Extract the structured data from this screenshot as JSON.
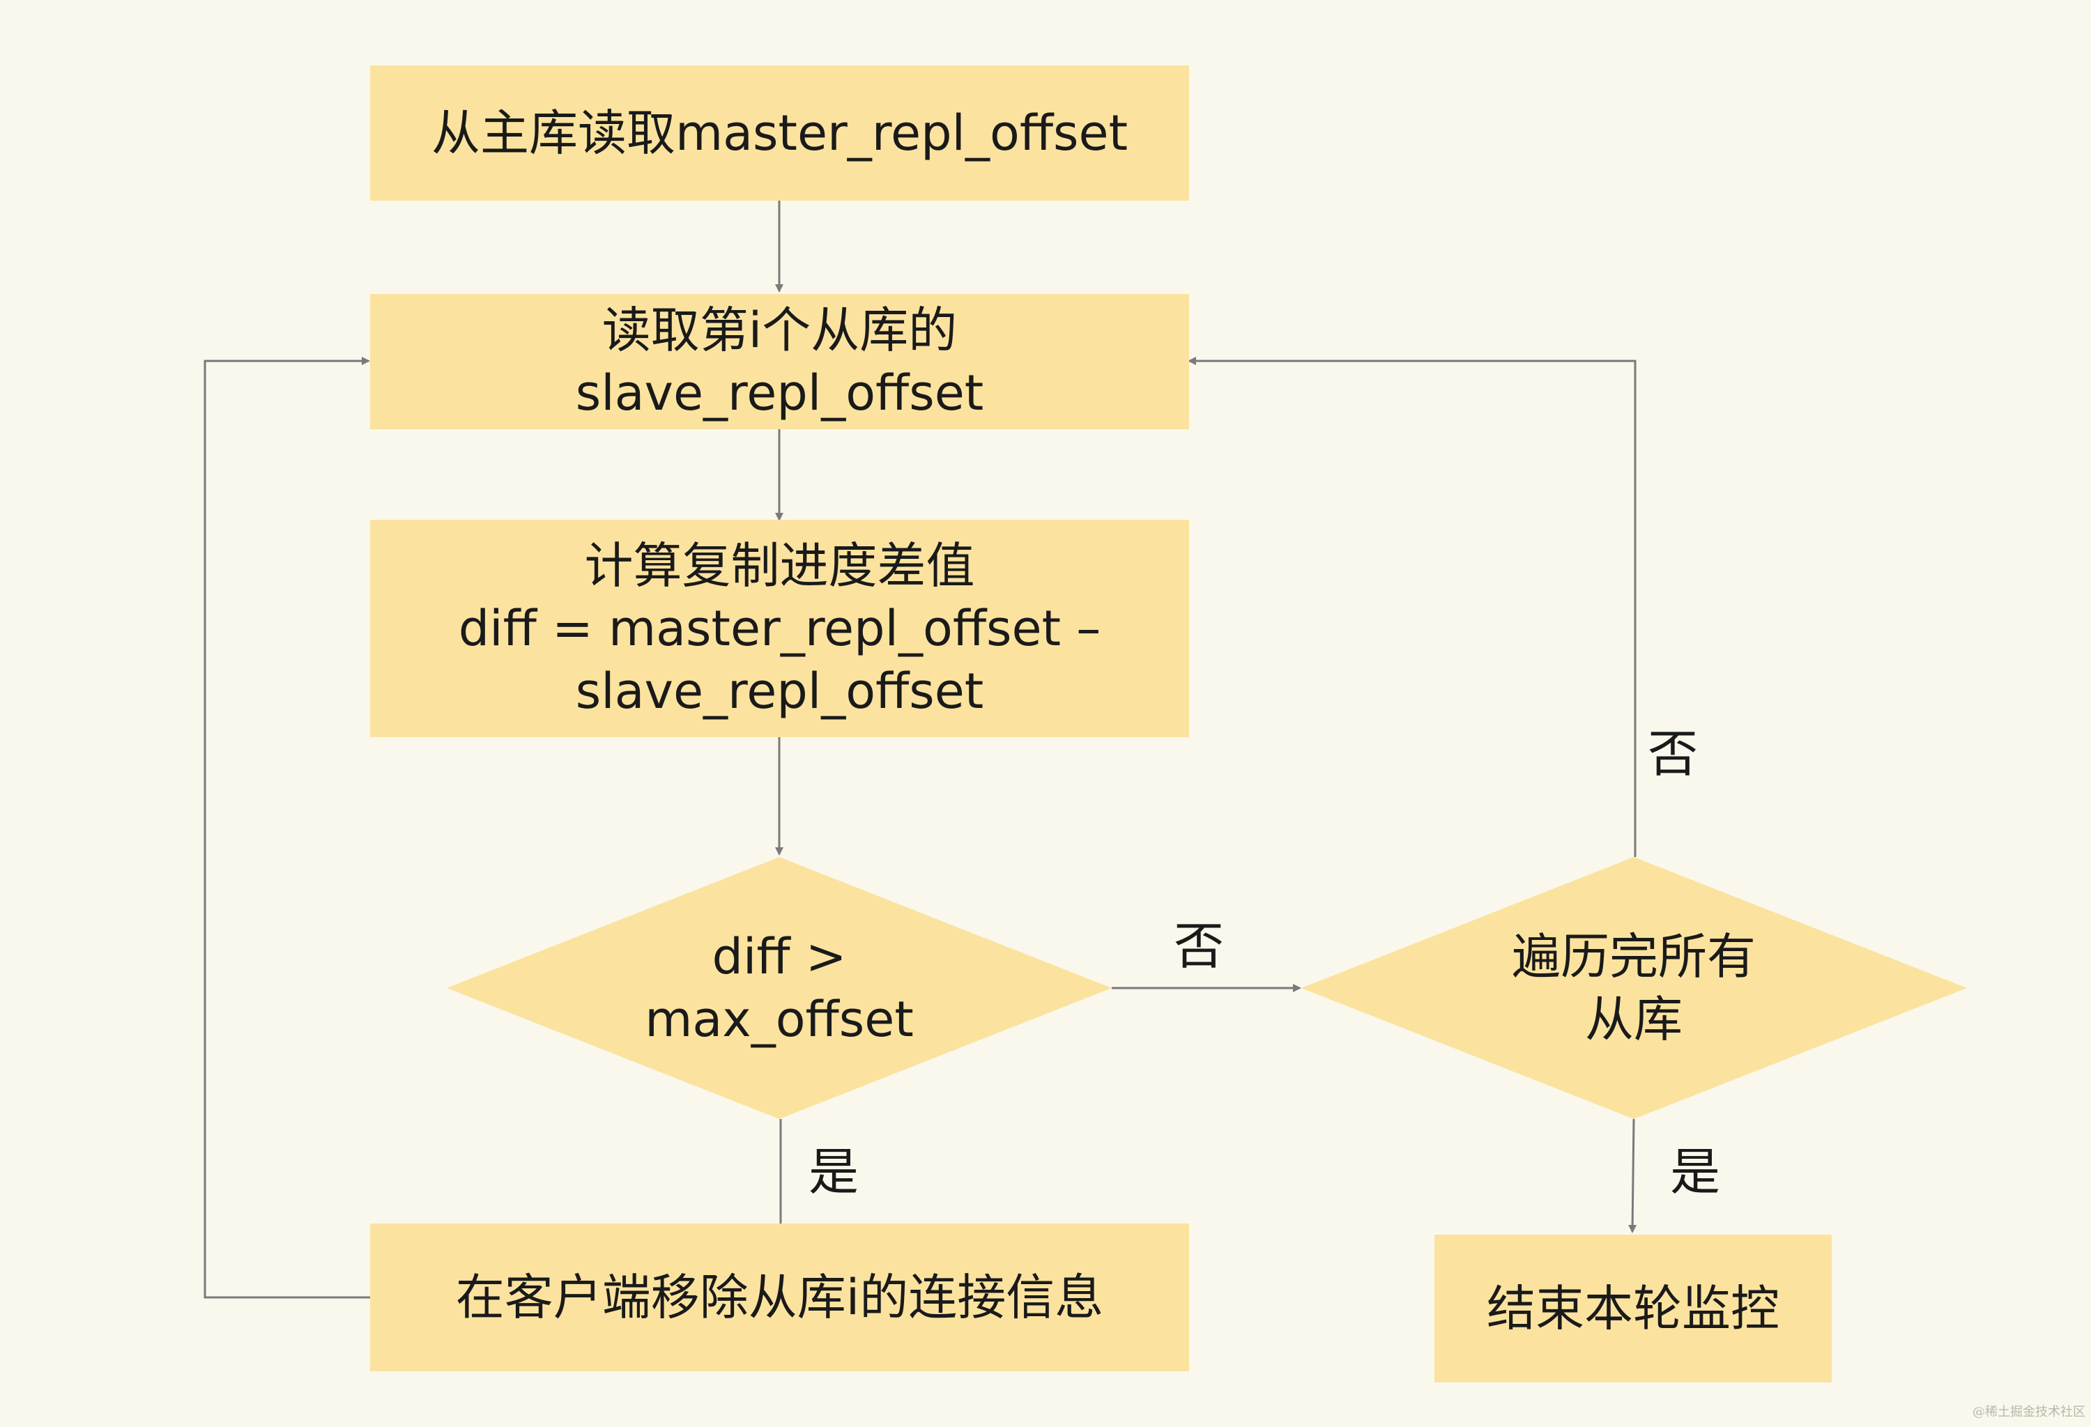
{
  "nodes": {
    "read_master": {
      "lines": [
        "从主库读取master_repl_offset"
      ]
    },
    "read_slave": {
      "lines": [
        "读取第i个从库的",
        "slave_repl_offset"
      ]
    },
    "compute_diff": {
      "lines": [
        "计算复制进度差值",
        "diff = master_repl_offset –",
        "slave_repl_offset"
      ]
    },
    "check_diff": {
      "lines": [
        "diff >",
        "max_offset"
      ]
    },
    "check_all": {
      "lines": [
        "遍历完所有",
        "从库"
      ]
    },
    "remove_conn": {
      "lines": [
        "在客户端移除从库i的连接信息"
      ]
    },
    "end_monitor": {
      "lines": [
        "结束本轮监控"
      ]
    }
  },
  "edge_labels": {
    "diff_no": "否",
    "diff_yes": "是",
    "all_no": "否",
    "all_yes": "是"
  },
  "colors": {
    "background": "#faf8ec",
    "node_fill": "#fbe39f",
    "line": "#7a7a7a"
  },
  "watermark": "@稀土掘金技术社区"
}
